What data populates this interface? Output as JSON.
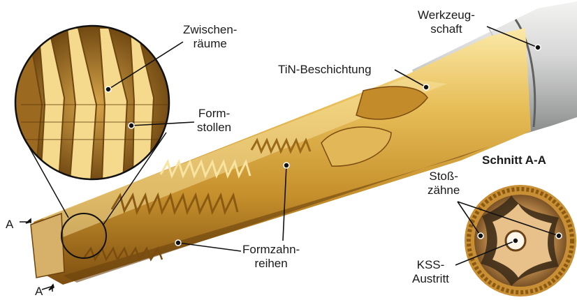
{
  "labels": {
    "werkzeugschaft_1": "Werkzeug-",
    "werkzeugschaft_2": "schaft",
    "zwischenraeume_1": "Zwischen-",
    "zwischenraeume_2": "räume",
    "tin": "TiN-Beschichtung",
    "formstollen_1": "Form-",
    "formstollen_2": "stollen",
    "schnitt": "Schnitt A-A",
    "stosszaehne_1": "Stoß-",
    "stosszaehne_2": "zähne",
    "formzahnreihen_1": "Formzahn-",
    "formzahnreihen_2": "reihen",
    "kss_1": "KSS-",
    "kss_2": "Austritt",
    "section_a_top": "A",
    "section_a_bottom": "A"
  },
  "colors": {
    "gold_light": "#f4d98a",
    "gold_mid": "#d9a63e",
    "gold_dark": "#8a5a12",
    "shank_light": "#e9eaea",
    "shank_dark": "#8f9191",
    "bronze": "#b98a55",
    "leader": "#111111"
  }
}
